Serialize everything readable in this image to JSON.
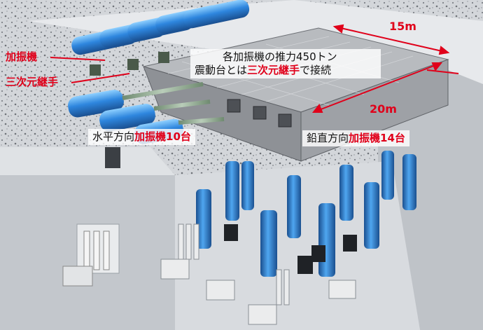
{
  "labels": {
    "exciter": "加振機",
    "joint": "三次元継手",
    "dim_15": "15m",
    "dim_20": "20m",
    "thrust_line1": "各加振機の推力450トン",
    "thrust_line2_pre": "震動台とは",
    "thrust_line2_red": "三次元継手",
    "thrust_line2_post": "で接続",
    "horizontal_pre": "水平方向",
    "horizontal_red": "加振機10台",
    "vertical_pre": "鉛直方向",
    "vertical_red": "加振機14台"
  },
  "colors": {
    "accent_red": "#e0001a",
    "cylinder_blue": "#2e86de",
    "table_gray": "#8e9196",
    "concrete": "#c9ccd1"
  },
  "counts": {
    "horizontal_exciters": 10,
    "vertical_exciters": 14
  }
}
